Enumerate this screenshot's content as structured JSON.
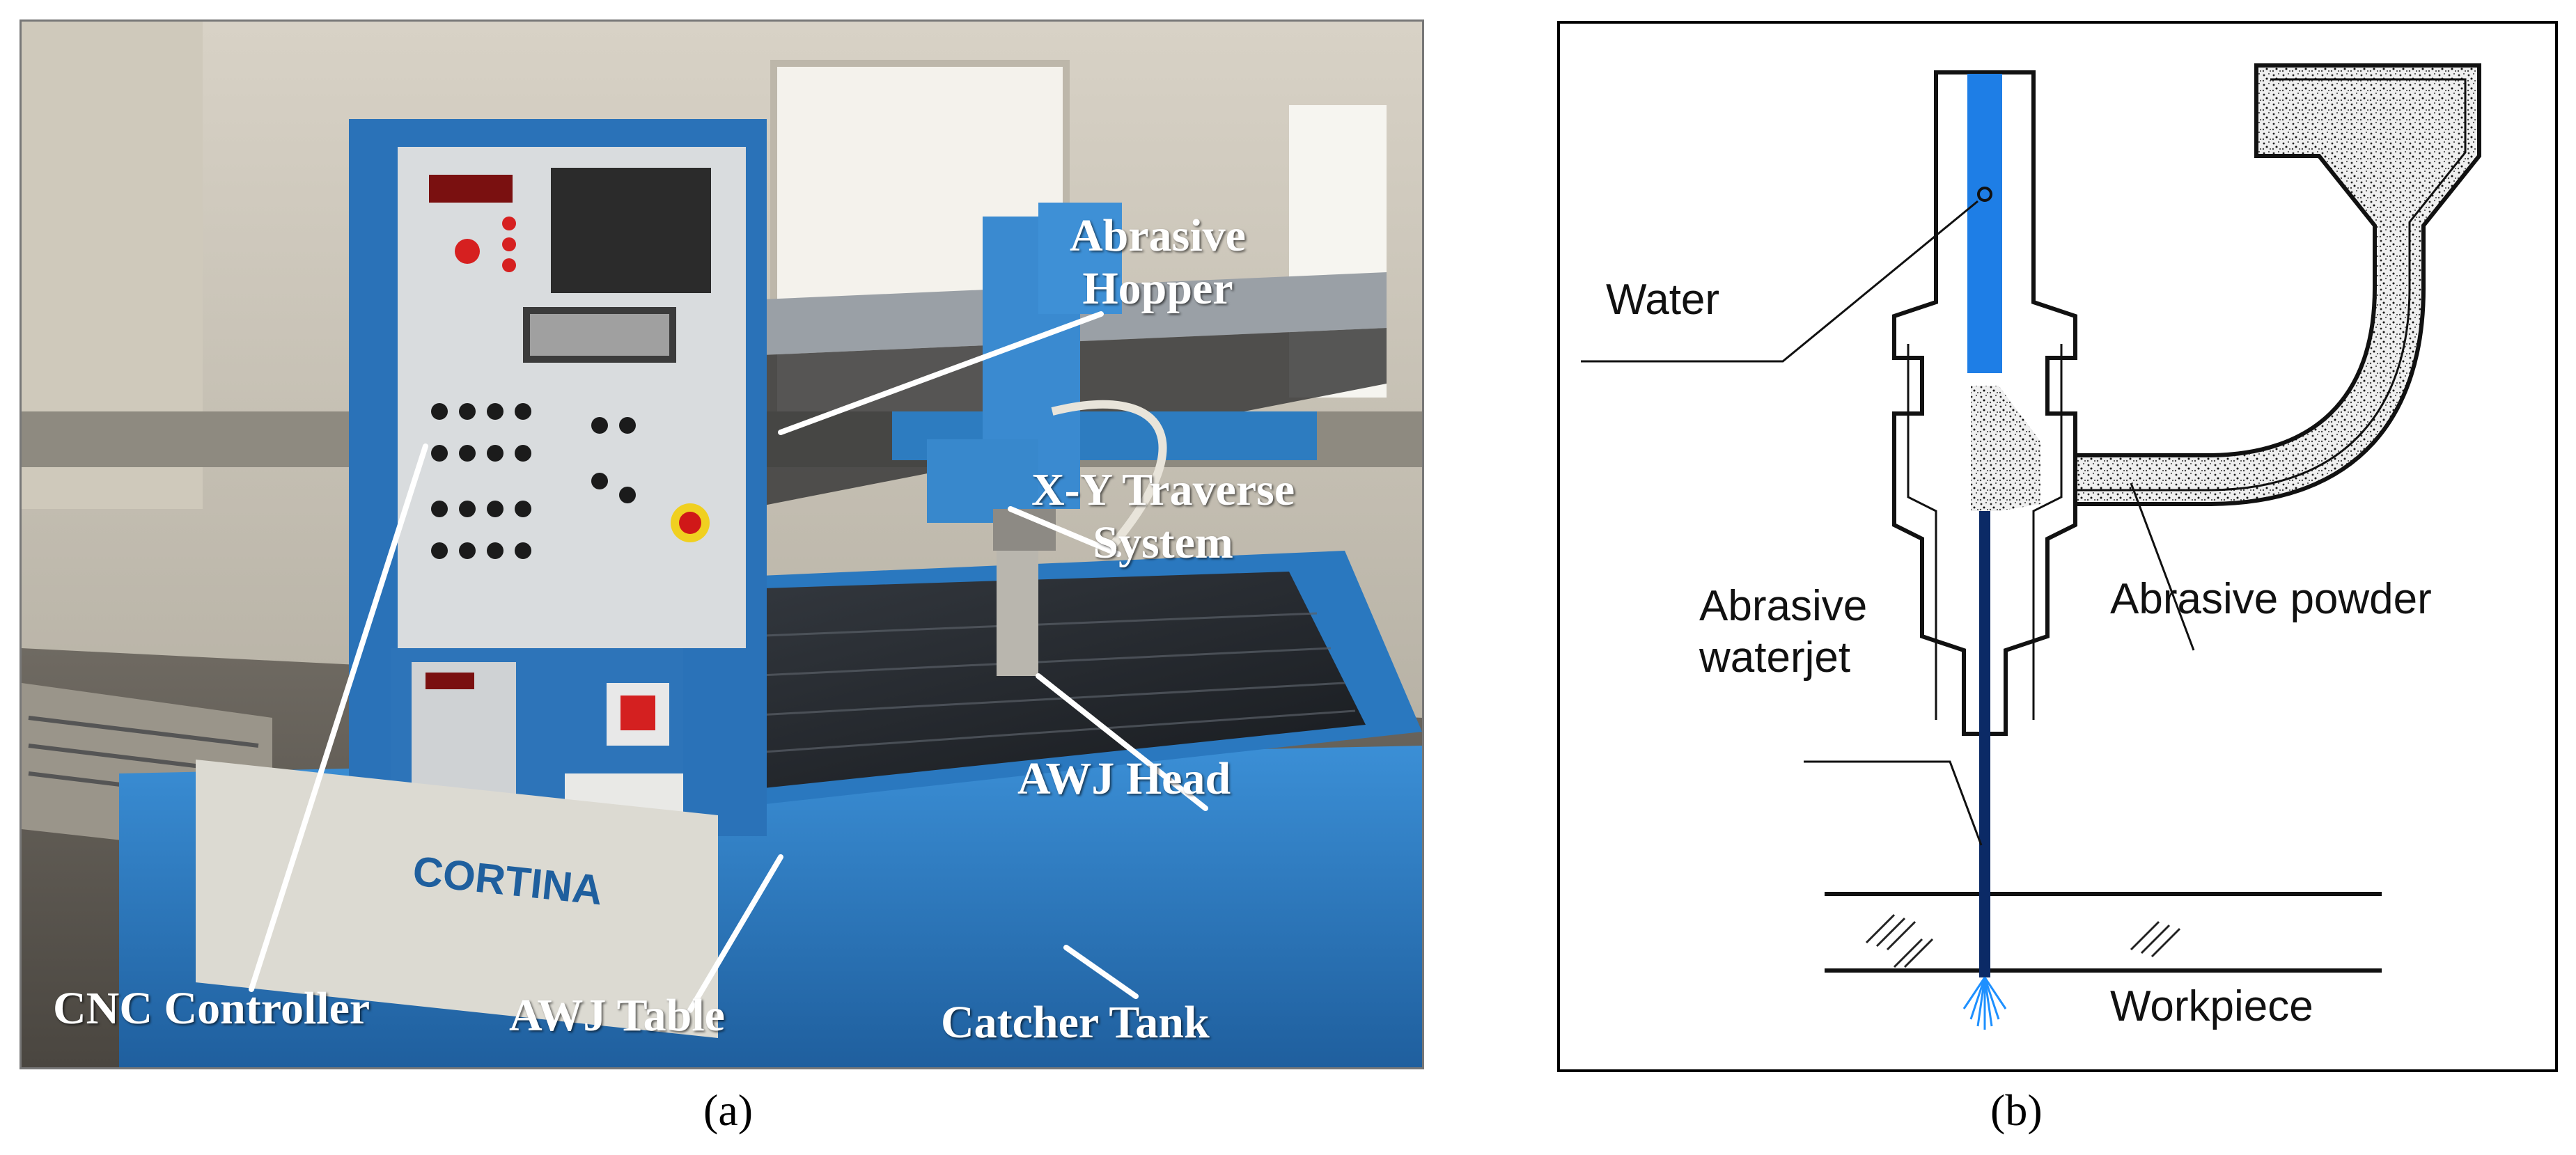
{
  "panel_a": {
    "caption": "(a)",
    "labels": {
      "abrasive_hopper": "Abrasive\nHopper",
      "xy_traverse": "X-Y Traverse\nSystem",
      "awj_head": "AWJ Head",
      "cnc_controller": "CNC Controller",
      "awj_table": "AWJ Table",
      "catcher_tank": "Catcher Tank"
    },
    "machine_brand": "CORTINA"
  },
  "panel_b": {
    "caption": "(b)",
    "labels": {
      "water": "Water",
      "abrasive_powder": "Abrasive powder",
      "abrasive_waterjet": "Abrasive\nwaterjet",
      "workpiece": "Workpiece"
    }
  },
  "colors": {
    "machine_blue": "#2f7fc4",
    "water_blue": "#1e7ee6",
    "label_white": "#ffffff"
  }
}
